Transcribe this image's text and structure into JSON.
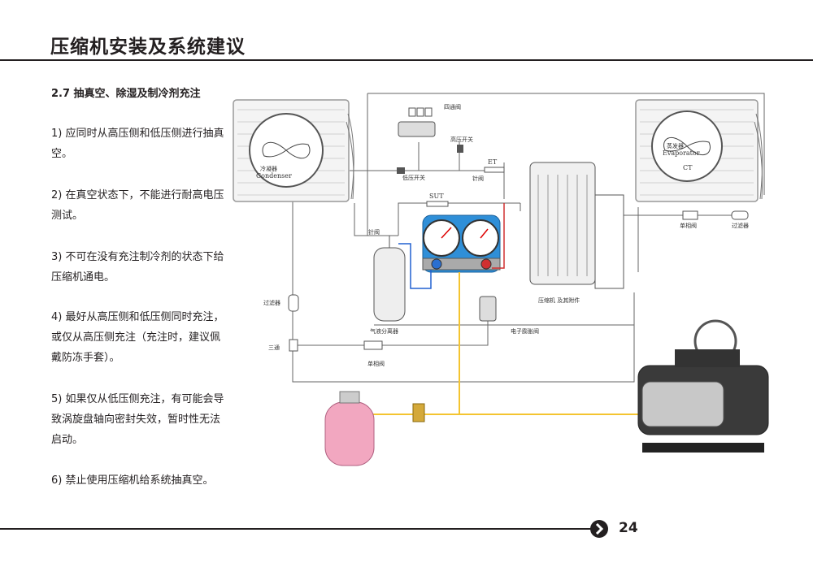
{
  "header": {
    "title": "压缩机安装及系统建议"
  },
  "section": {
    "heading": "2.7 抽真空、除湿及制冷剂充注"
  },
  "steps": [
    {
      "text": "1) 应同时从高压侧和低压侧进行抽真空。"
    },
    {
      "text": "2) 在真空状态下，不能进行耐高电压测试。"
    },
    {
      "text": "3) 不可在没有充注制冷剂的状态下给压缩机通电。"
    },
    {
      "text": "4) 最好从高压侧和低压侧同时充注，或仅从高压侧充注（充注时，建议佩戴防冻手套）。"
    },
    {
      "text": "5) 如果仅从低压侧充注，有可能会导致涡旋盘轴向密封失效，暂时性无法启动。"
    },
    {
      "text": "6) 禁止使用压缩机给系统抽真空。"
    }
  ],
  "diagram": {
    "labels": {
      "four_way_valve": "四通阀",
      "high_pressure_switch": "高压开关",
      "et": "ET",
      "low_pressure_switch": "低压开关",
      "needle_valve_1": "针阀",
      "sut": "SUT",
      "needle_valve_2": "针阀",
      "condenser_cn": "冷凝器",
      "condenser_en": "Condenser",
      "evaporator_cn": "蒸发器",
      "evaporator_en": "Evaporator",
      "ct": "CT",
      "check_valve_1": "单相阀",
      "filter_right": "过滤器",
      "filter_left": "过滤器",
      "tee": "三通",
      "accumulator": "气液分离器",
      "compressor_accessories": "压缩机 及其附件",
      "expansion_valve": "电子膨胀阀",
      "check_valve_2": "单相阀"
    },
    "colors": {
      "refrigerant_line": "#f4c430",
      "vacuum_line": "#e03030",
      "low_side_line": "#2060d0"
    }
  },
  "footer": {
    "page_number": "24"
  }
}
